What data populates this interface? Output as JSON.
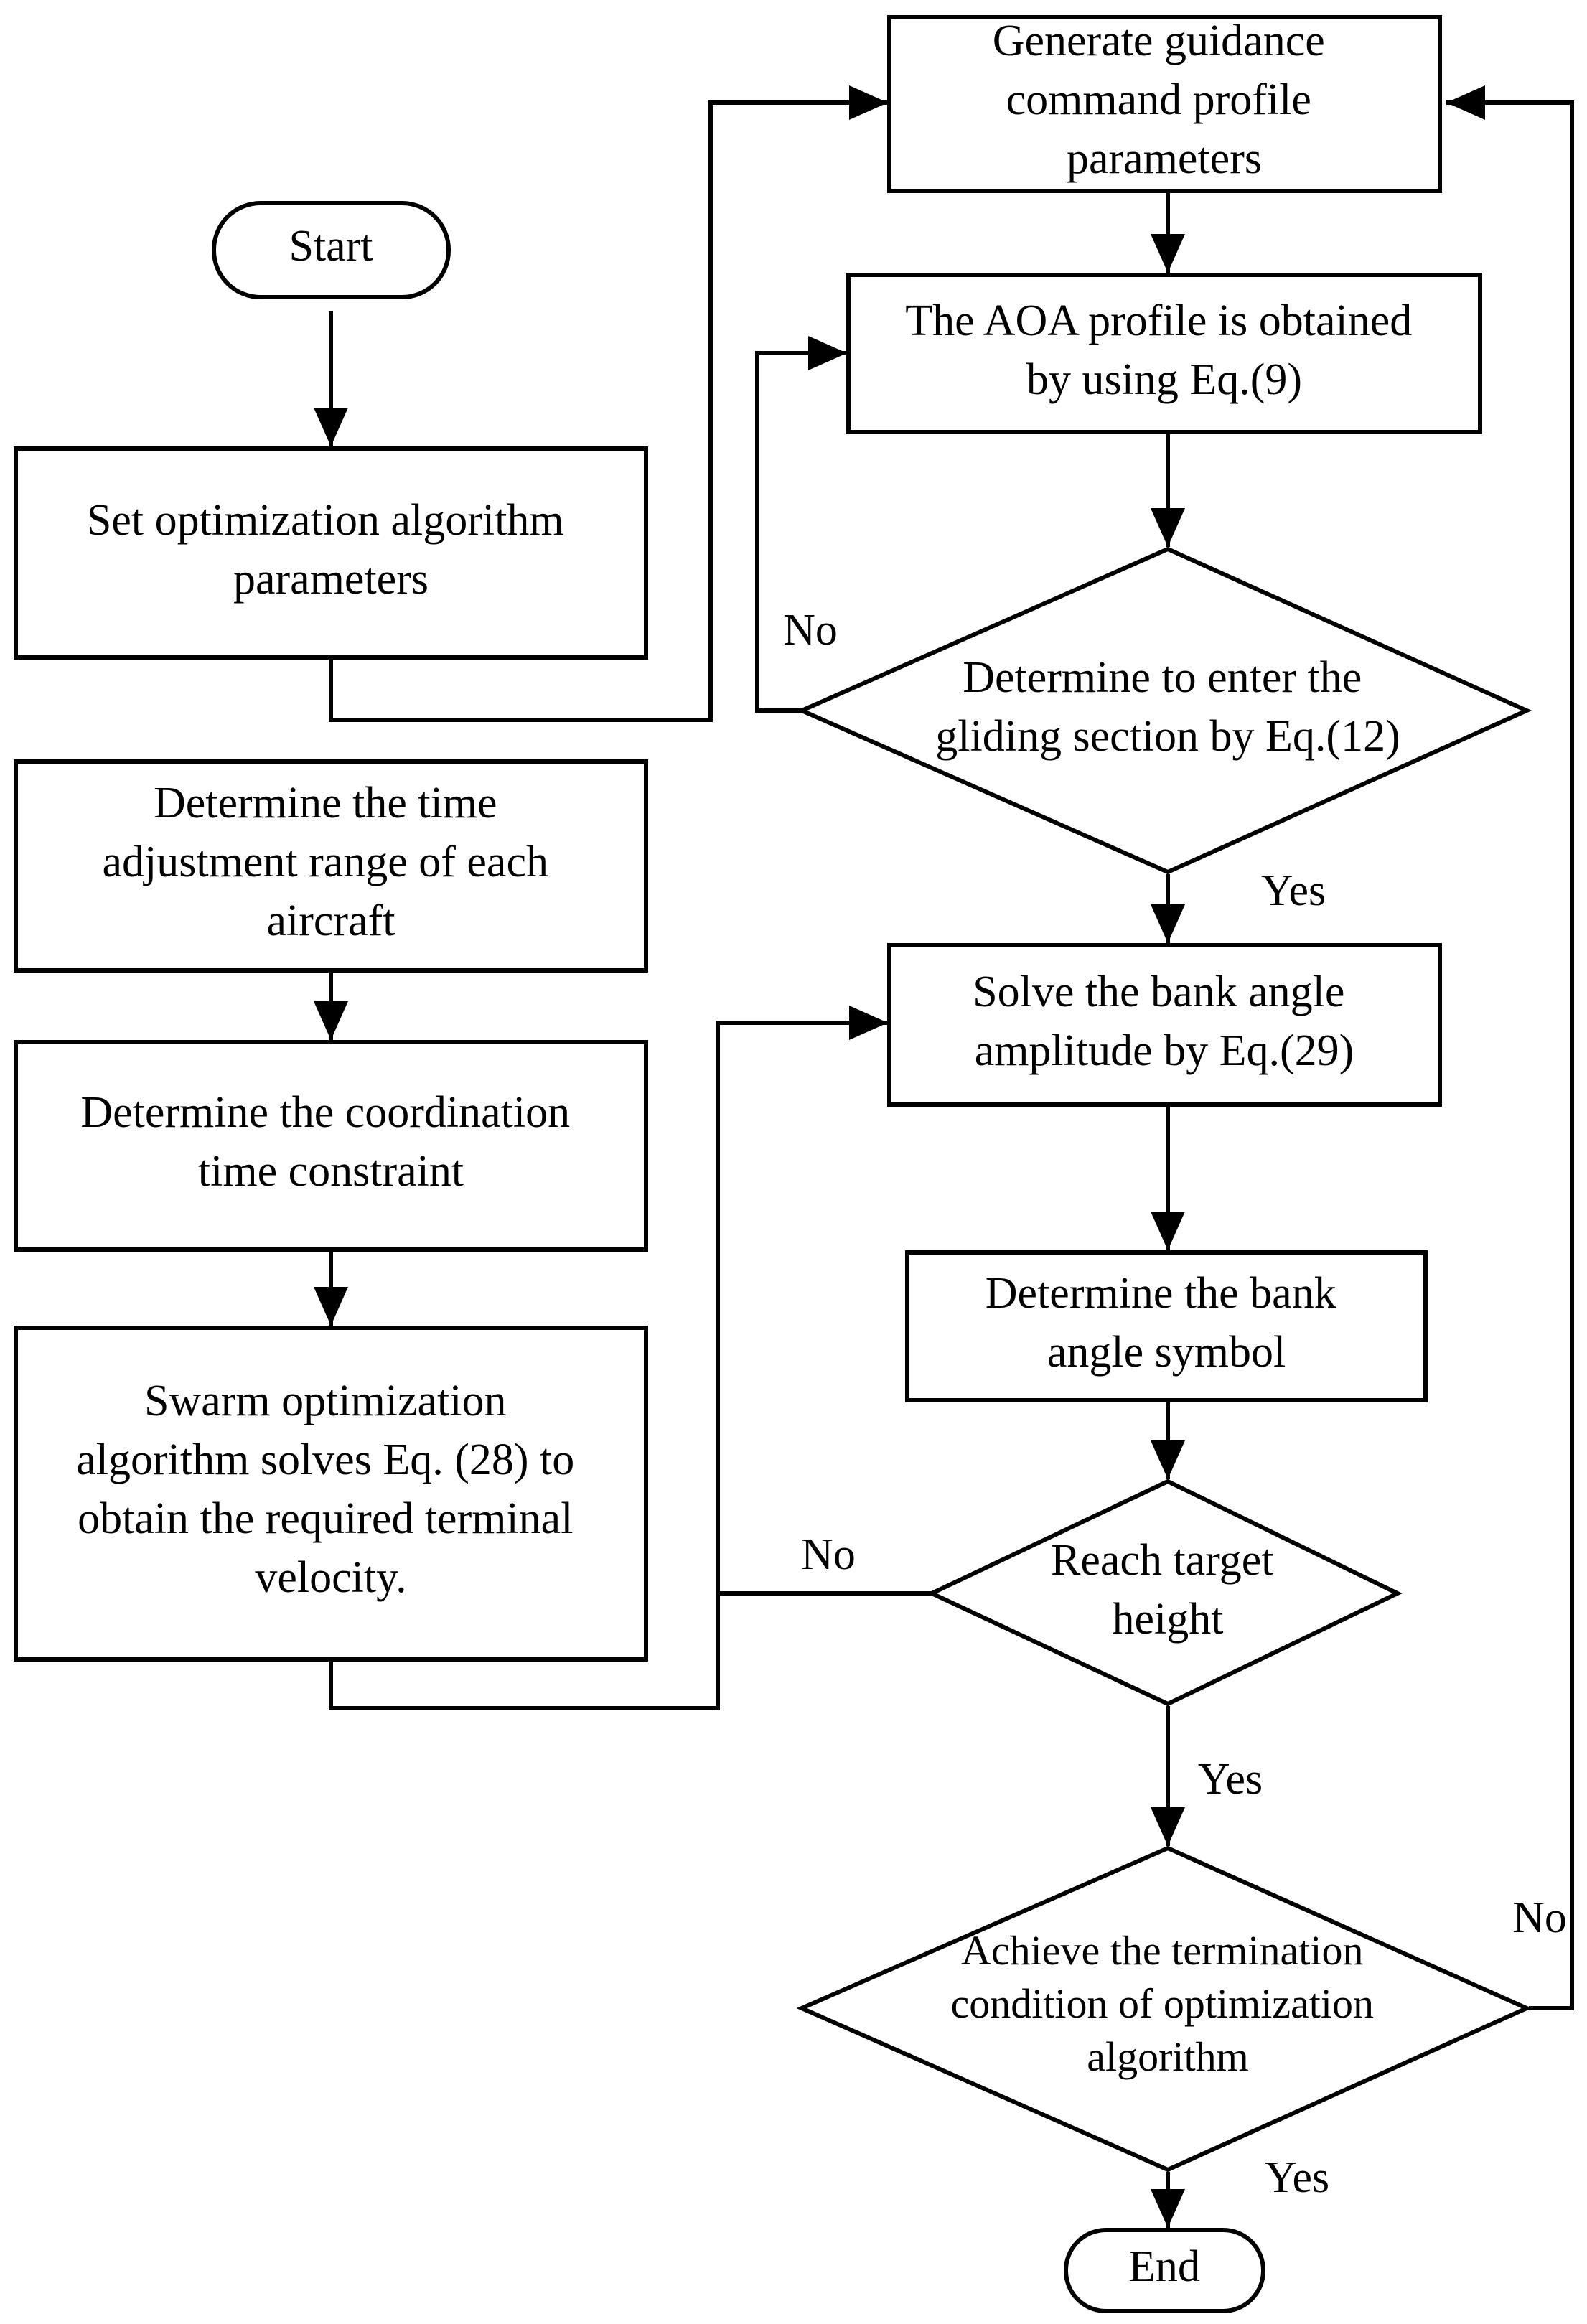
{
  "nodes": {
    "start": [
      "Start"
    ],
    "set_params": [
      "Set optimization algorithm",
      "parameters"
    ],
    "time_range": [
      "Determine the time",
      "adjustment range of each",
      "aircraft"
    ],
    "coord_time": [
      "Determine the coordination",
      "time constraint"
    ],
    "swarm": [
      "Swarm optimization",
      "algorithm solves Eq. (28) to",
      "obtain the required terminal",
      "velocity."
    ],
    "gen_guidance": [
      "Generate guidance",
      "command profile",
      "parameters"
    ],
    "aoa": [
      "The AOA profile is obtained",
      "by using Eq.(9)"
    ],
    "gliding": [
      "Determine to enter the",
      "gliding section by Eq.(12)"
    ],
    "bank_amp": [
      "Solve the bank angle",
      "amplitude by Eq.(29)"
    ],
    "bank_sym": [
      "Determine the bank",
      "angle symbol"
    ],
    "height": [
      "Reach target",
      "height"
    ],
    "termination": [
      "Achieve the termination",
      "condition of optimization",
      "algorithm"
    ],
    "end": [
      "End"
    ]
  },
  "edge_labels": {
    "gliding_no": "No",
    "gliding_yes": "Yes",
    "height_no": "No",
    "height_yes": "Yes",
    "term_no": "No",
    "term_yes": "Yes"
  }
}
